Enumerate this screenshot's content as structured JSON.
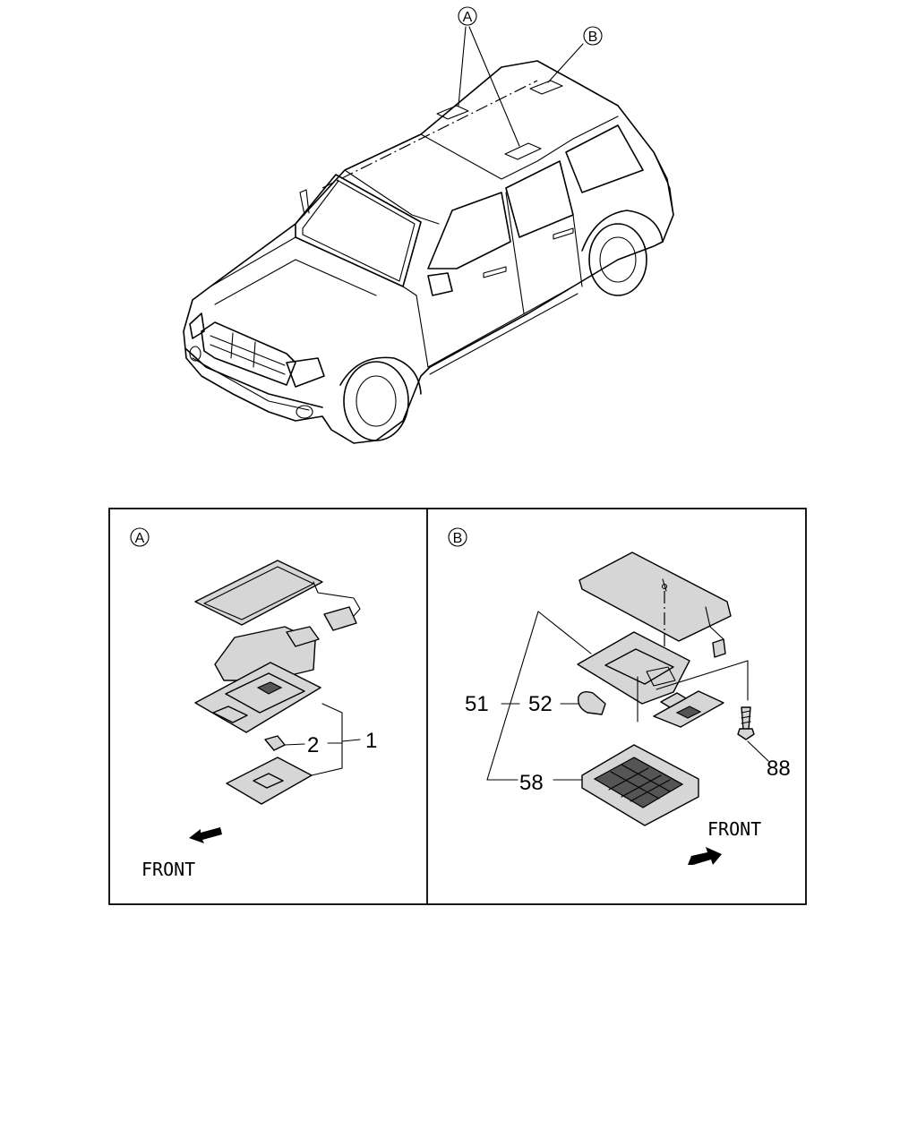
{
  "vehicle": {
    "callouts": [
      "A",
      "B"
    ]
  },
  "panels": [
    {
      "id": "A",
      "letter": "A",
      "part_numbers": [
        "2",
        "1"
      ],
      "front_label": "FRONT"
    },
    {
      "id": "B",
      "letter": "B",
      "part_numbers": [
        "51",
        "52",
        "58",
        "88"
      ],
      "front_label": "FRONT"
    }
  ]
}
